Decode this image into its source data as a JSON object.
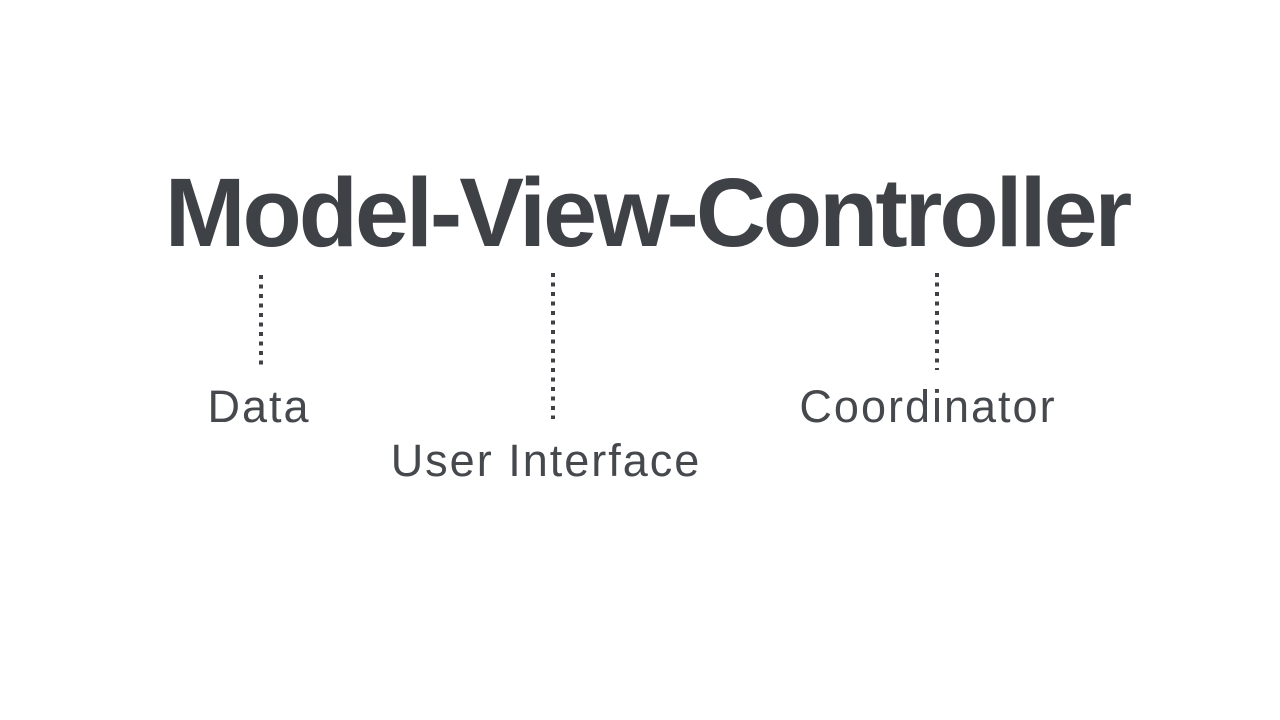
{
  "colors": {
    "background": "#ffffff",
    "ink": "#3e4247",
    "ink_light": "#45484d"
  },
  "diagram": {
    "title": "Model-View-Controller",
    "items": [
      {
        "term": "Model",
        "label": "Data"
      },
      {
        "term": "View",
        "label": "User Interface"
      },
      {
        "term": "Controller",
        "label": "Coordinator"
      }
    ]
  }
}
